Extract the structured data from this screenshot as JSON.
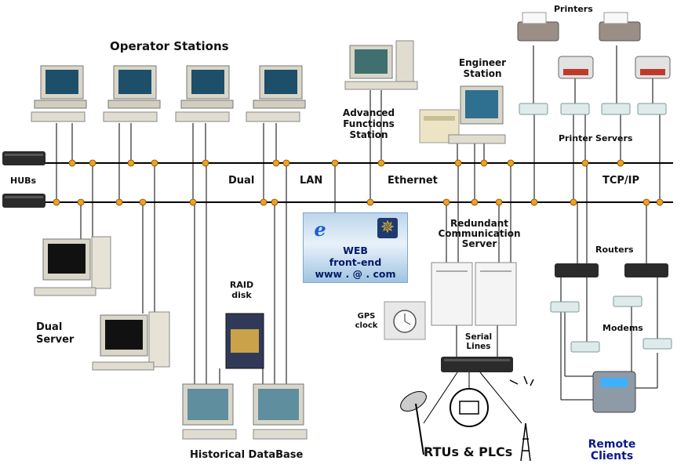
{
  "labels": {
    "operator_stations": "Operator  Stations",
    "printers": "Printers",
    "engineer_station": "Engineer\nStation",
    "advanced_functions": "Advanced\nFunctions\nStation",
    "printer_servers": "Printer Servers",
    "hubs": "HUBs",
    "dual": "Dual",
    "lan": "LAN",
    "ethernet": "Ethernet",
    "tcpip": "TCP/IP",
    "redundant_server": "Redundant\nCommunication\nServer",
    "routers": "Routers",
    "web_title": "WEB",
    "web_frontend": "front-end",
    "web_url": "www . @ . com",
    "raid_disk": "RAID\ndisk",
    "dual_server": "Dual\nServer",
    "gps_clock": "GPS\nclock",
    "serial_lines": "Serial\nLines",
    "modems": "Modems",
    "historical_db": "Historical  DataBase",
    "rtus_plcs": "RTUs  &  PLCs",
    "remote_clients": "Remote\nClients"
  },
  "colors": {
    "bus": "#000000",
    "node": "#f0a020",
    "remote_clients_text": "#0a1a8a"
  },
  "icons": [
    "computer-icon",
    "printer-icon",
    "print-server-icon",
    "hub-icon",
    "router-icon",
    "modem-icon",
    "server-tower-icon",
    "raid-disk-icon",
    "gps-clock-icon",
    "phone-icon",
    "satellite-dish-icon",
    "radio-tower-icon",
    "ie-logo-icon",
    "helm-wheel-icon"
  ]
}
